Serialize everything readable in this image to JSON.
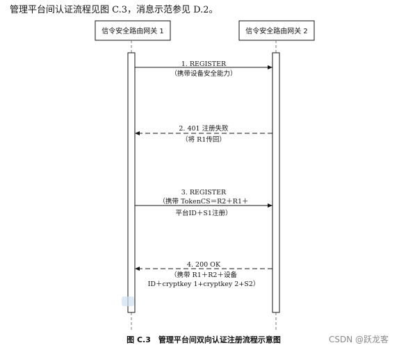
{
  "intro_text": "管理平台间认证流程见图 C.3，消息示范参见 D.2。",
  "participants": [
    {
      "name": "信令安全路由网关 1"
    },
    {
      "name": "信令安全路由网关 2"
    }
  ],
  "messages": [
    {
      "lines": [
        "1. REGISTER",
        "（携带设备安全能力）"
      ],
      "from": 0,
      "to": 1,
      "style": "solid"
    },
    {
      "lines": [
        "2. 401 注册失败",
        "（将 R1传回）"
      ],
      "from": 1,
      "to": 0,
      "style": "dashed"
    },
    {
      "lines": [
        "3. REGISTER",
        "（携带 TokenCS＝R2＋R1＋",
        "平台ID＋S1注册）"
      ],
      "from": 0,
      "to": 1,
      "style": "solid"
    },
    {
      "lines": [
        "4. 200 OK",
        "（携带 R1＋R2＋设备",
        "ID＋cryptkey 1+cryptkey 2+S2）"
      ],
      "from": 1,
      "to": 0,
      "style": "dashed"
    }
  ],
  "caption": "图 C.3　管理平台间双向认证注册流程示意图",
  "watermark": "CSDN @跃龙客"
}
